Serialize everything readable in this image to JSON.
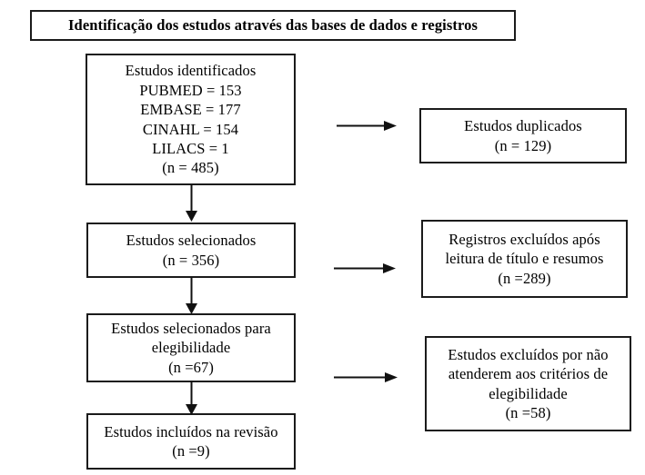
{
  "diagram": {
    "title": "Identificação dos estudos através das bases de dados e registros",
    "boxes": {
      "identified": {
        "lines": [
          "Estudos identificados",
          "PUBMED = 153",
          "EMBASE = 177",
          "CINAHL = 154",
          "LILACS = 1",
          "(n = 485)"
        ]
      },
      "duplicates": {
        "lines": [
          "Estudos duplicados",
          "(n = 129)"
        ]
      },
      "screened": {
        "lines": [
          "Estudos selecionados",
          "(n = 356)"
        ]
      },
      "excluded_title_abstract": {
        "lines": [
          "Registros excluídos após",
          "leitura de título e resumos",
          "(n =289)"
        ]
      },
      "eligibility": {
        "lines": [
          "Estudos selecionados para",
          "elegibilidade",
          "(n =67)"
        ]
      },
      "excluded_criteria": {
        "lines": [
          "Estudos excluídos por não",
          "atenderem aos critérios de",
          "elegibilidade",
          "(n =58)"
        ]
      },
      "included": {
        "lines": [
          "Estudos incluídos na revisão",
          "(n =9)"
        ]
      }
    },
    "arrows": {
      "identified_to_screened": "down-arrow-icon",
      "screened_to_eligibility": "down-arrow-icon",
      "eligibility_to_included": "down-arrow-icon",
      "identified_to_duplicates": "right-arrow-icon",
      "screened_to_excluded_title": "right-arrow-icon",
      "eligibility_to_excluded_criteria": "right-arrow-icon"
    },
    "colors": {
      "border": "#1b1b1b",
      "text": "#000000",
      "background": "#ffffff",
      "arrow": "#111111"
    }
  }
}
